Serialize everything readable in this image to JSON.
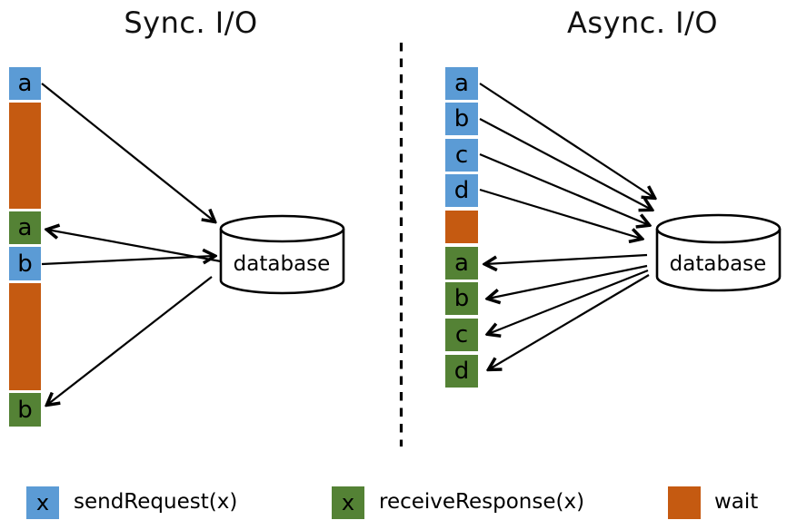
{
  "titles": {
    "sync": "Sync. I/O",
    "async": "Async. I/O"
  },
  "database": {
    "label": "database"
  },
  "colors": {
    "send": "#5B9BD5",
    "receive": "#548235",
    "wait": "#C55A11",
    "line": "#000000",
    "background": "#FFFFFF"
  },
  "sync_column": {
    "blocks": [
      {
        "type": "send",
        "label": "a"
      },
      {
        "type": "wait",
        "label": ""
      },
      {
        "type": "receive",
        "label": "a"
      },
      {
        "type": "send",
        "label": "b"
      },
      {
        "type": "wait",
        "label": ""
      },
      {
        "type": "receive",
        "label": "b"
      }
    ]
  },
  "async_column": {
    "blocks": [
      {
        "type": "send",
        "label": "a"
      },
      {
        "type": "send",
        "label": "b"
      },
      {
        "type": "send",
        "label": "c"
      },
      {
        "type": "send",
        "label": "d"
      },
      {
        "type": "wait",
        "label": ""
      },
      {
        "type": "receive",
        "label": "a"
      },
      {
        "type": "receive",
        "label": "b"
      },
      {
        "type": "receive",
        "label": "c"
      },
      {
        "type": "receive",
        "label": "d"
      }
    ]
  },
  "legend": {
    "send": {
      "swatch_label": "x",
      "label": "sendRequest(x)"
    },
    "receive": {
      "swatch_label": "x",
      "label": "receiveResponse(x)"
    },
    "wait": {
      "swatch_label": "",
      "label": "wait"
    }
  }
}
